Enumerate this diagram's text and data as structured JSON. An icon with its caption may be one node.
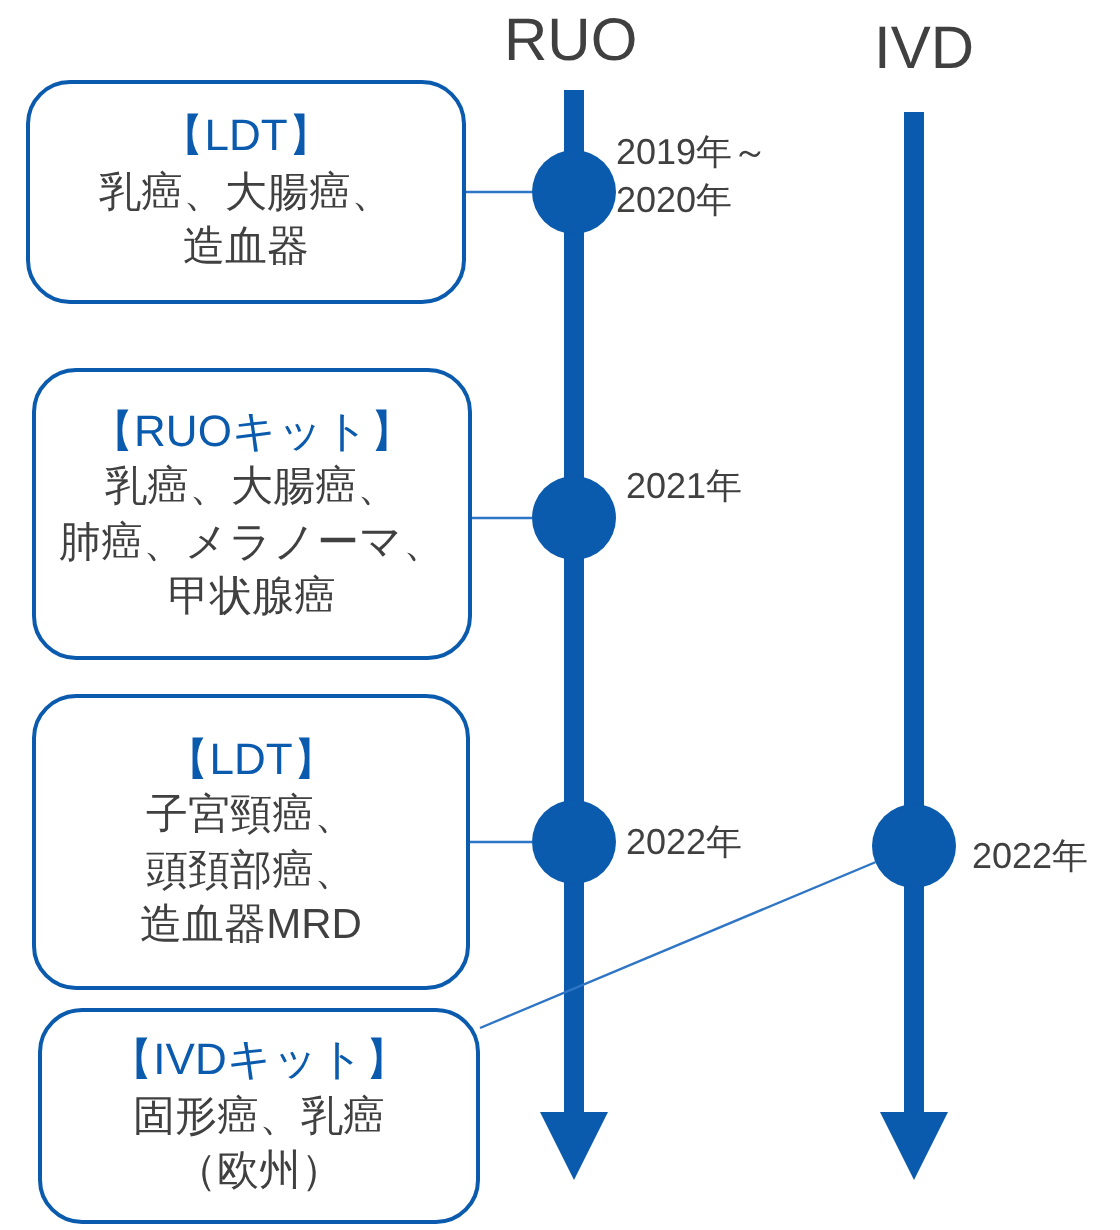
{
  "diagram": {
    "nodes": [
      {
        "text": [
          "【LDT】",
          "乳癌、大腸癌、造血器"
        ]
      },
      {
        "text": [],
        "shape": "circle",
        "beside": [
          "2019年～ 2020年"
        ]
      },
      {
        "text": [
          "【RUOキット】",
          "乳癌、大腸癌、肺癌、メラノーマ、甲状腺癌"
        ]
      },
      {
        "text": [],
        "shape": "circle",
        "beside": [
          "2021年"
        ]
      },
      {
        "text": [
          "【LDT】",
          "子宮頸癌、頭頚部癌、造血器MRD"
        ]
      },
      {
        "text": [],
        "shape": "circle",
        "beside": [
          "2022年"
        ]
      },
      {
        "text": [],
        "shape": "circle",
        "beside": [
          "2022年"
        ]
      },
      {
        "text": [
          "【IVDキット】",
          "固形癌、乳癌（欧州）"
        ]
      }
    ],
    "edges": [
      {
        "from": 0,
        "to": 1,
        "arrow": "none"
      },
      {
        "from": 2,
        "to": 3,
        "arrow": "none"
      },
      {
        "from": 4,
        "to": 5,
        "arrow": "none"
      },
      {
        "from": 7,
        "to": 6,
        "arrow": "none"
      }
    ],
    "labels": [
      "RUO",
      "IVD"
    ]
  }
}
